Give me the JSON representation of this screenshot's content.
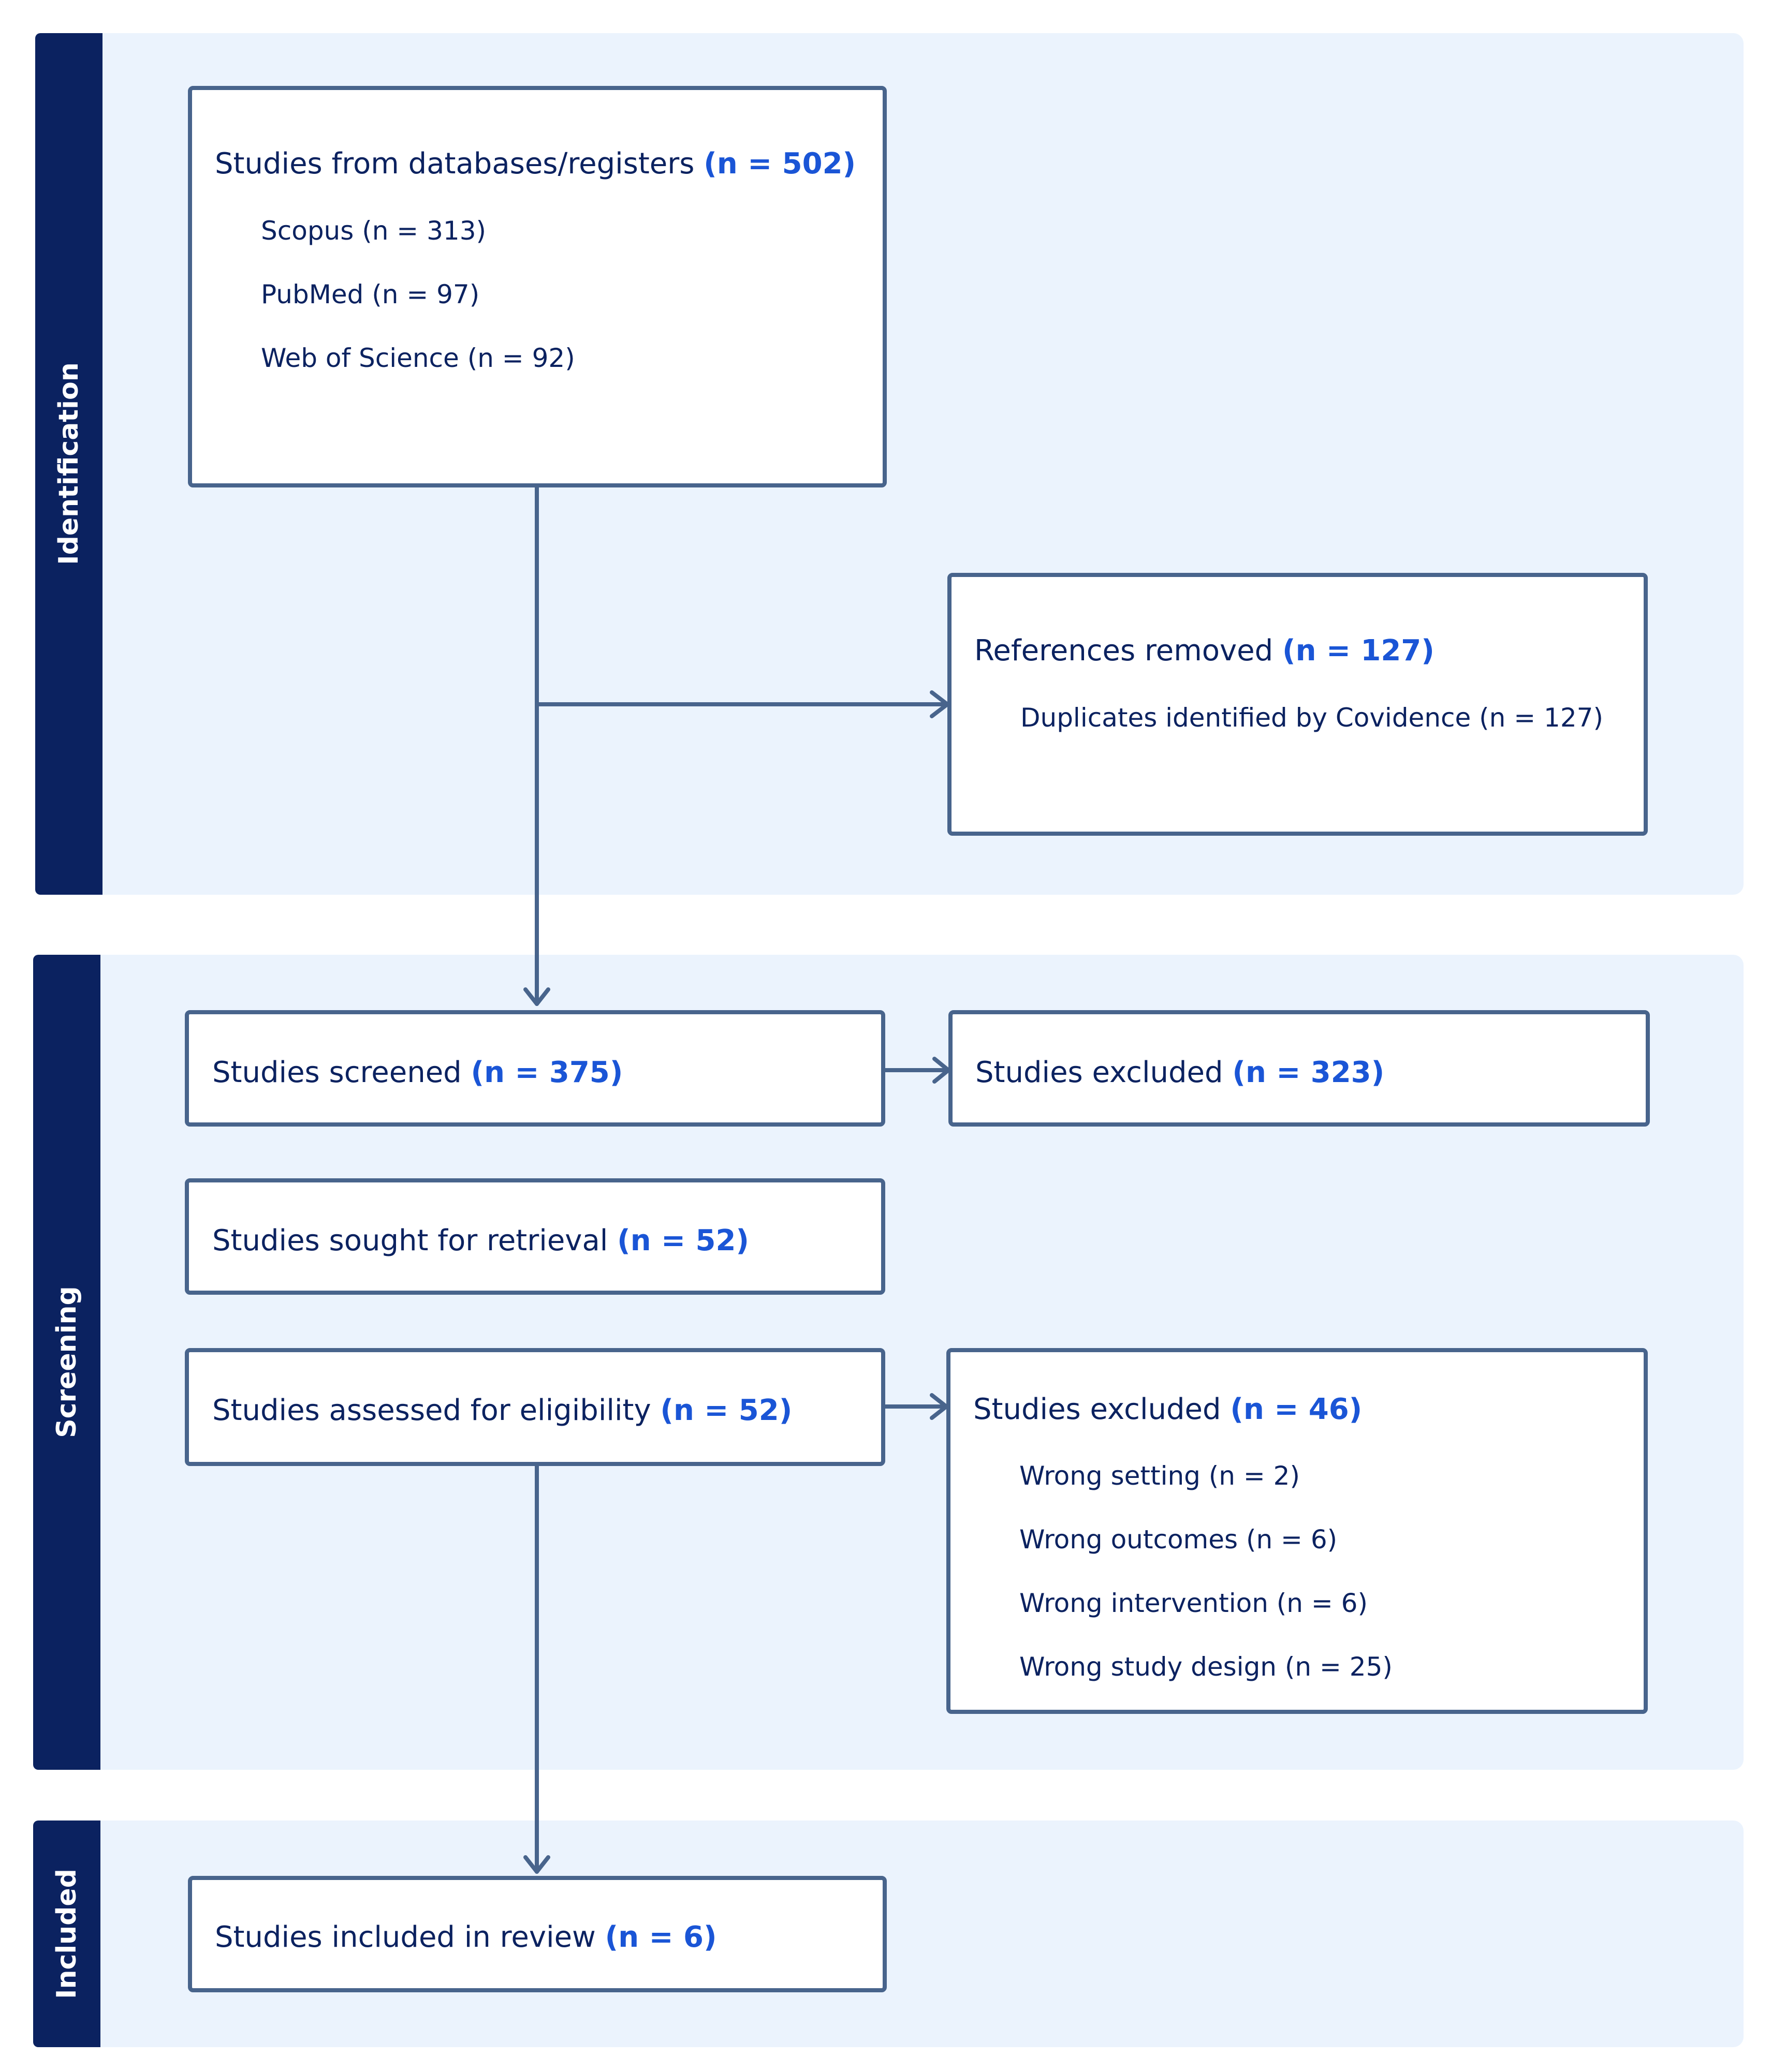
{
  "phases": {
    "identification": "Identification",
    "screening": "Screening",
    "included": "Included"
  },
  "boxes": {
    "databases": {
      "label": "Studies from databases/registers",
      "count": "(n = 502)",
      "items": [
        "Scopus (n = 313)",
        "PubMed (n = 97)",
        "Web of Science (n = 92)"
      ]
    },
    "removed": {
      "label": "References removed",
      "count": "(n = 127)",
      "items": [
        "Duplicates identified by Covidence (n = 127)"
      ]
    },
    "screened": {
      "label": "Studies screened",
      "count": "(n = 375)"
    },
    "excluded_screening": {
      "label": "Studies excluded",
      "count": "(n = 323)"
    },
    "retrieval": {
      "label": "Studies sought for retrieval",
      "count": "(n = 52)"
    },
    "eligibility": {
      "label": "Studies assessed for eligibility",
      "count": "(n = 52)"
    },
    "excluded_eligibility": {
      "label": "Studies excluded",
      "count": "(n = 46)",
      "items": [
        "Wrong setting (n = 2)",
        "Wrong outcomes (n = 6)",
        "Wrong intervention (n = 6)",
        "Wrong study design (n = 25)"
      ]
    },
    "included": {
      "label": "Studies included in review",
      "count": "(n = 6)"
    }
  },
  "colors": {
    "phase_bar": "#0b2260",
    "phase_background": "#ebf3fd",
    "box_border": "#48648c",
    "text": "#0b2260",
    "count_highlight": "#1a55d6"
  }
}
